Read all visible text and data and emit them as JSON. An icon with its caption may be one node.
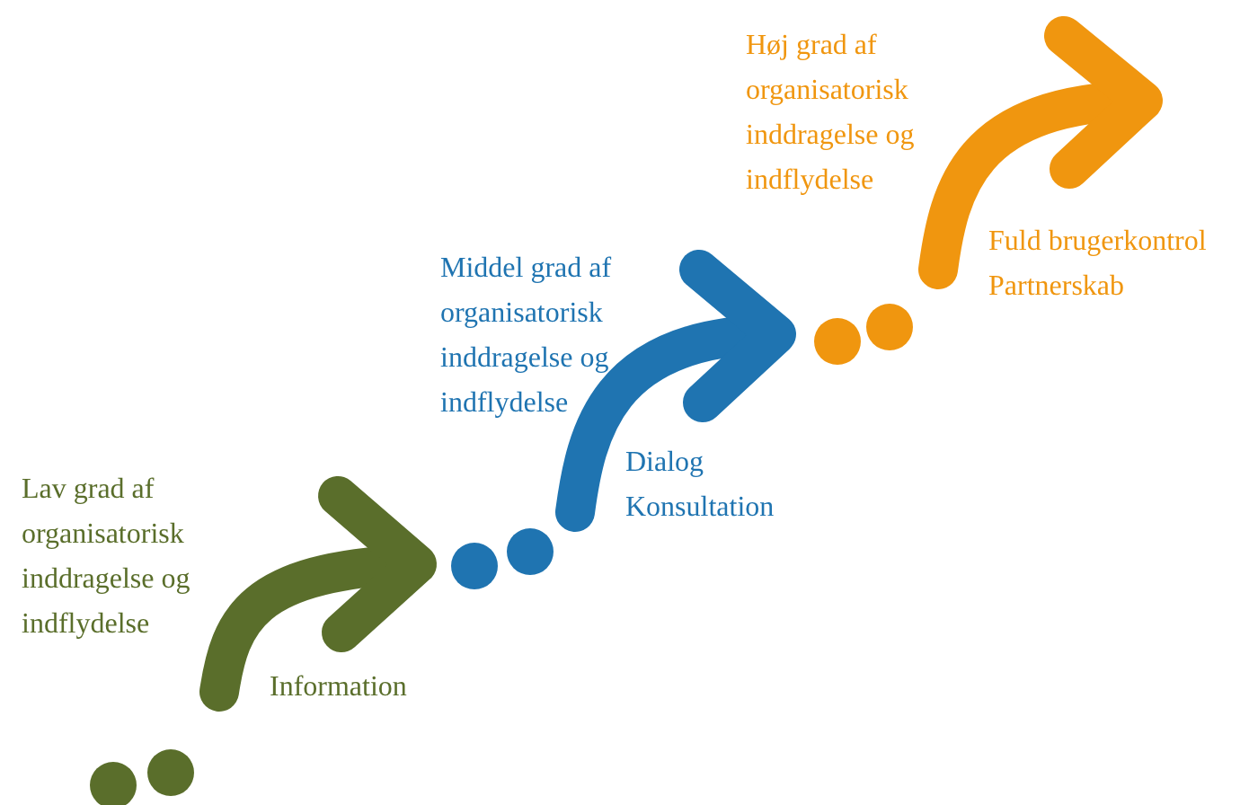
{
  "diagram": {
    "labels": [
      "Høj grad af organisatorisk inddragelse og indflydelse",
      "Fuld brugerkontrol",
      "Partnerskab",
      "Middel grad af organisatorisk inddragelse og indflydelse",
      "Dialog",
      "Konsultation",
      "Lav grad af organisatorisk inddragelse og indflydelse",
      "Information"
    ]
  }
}
